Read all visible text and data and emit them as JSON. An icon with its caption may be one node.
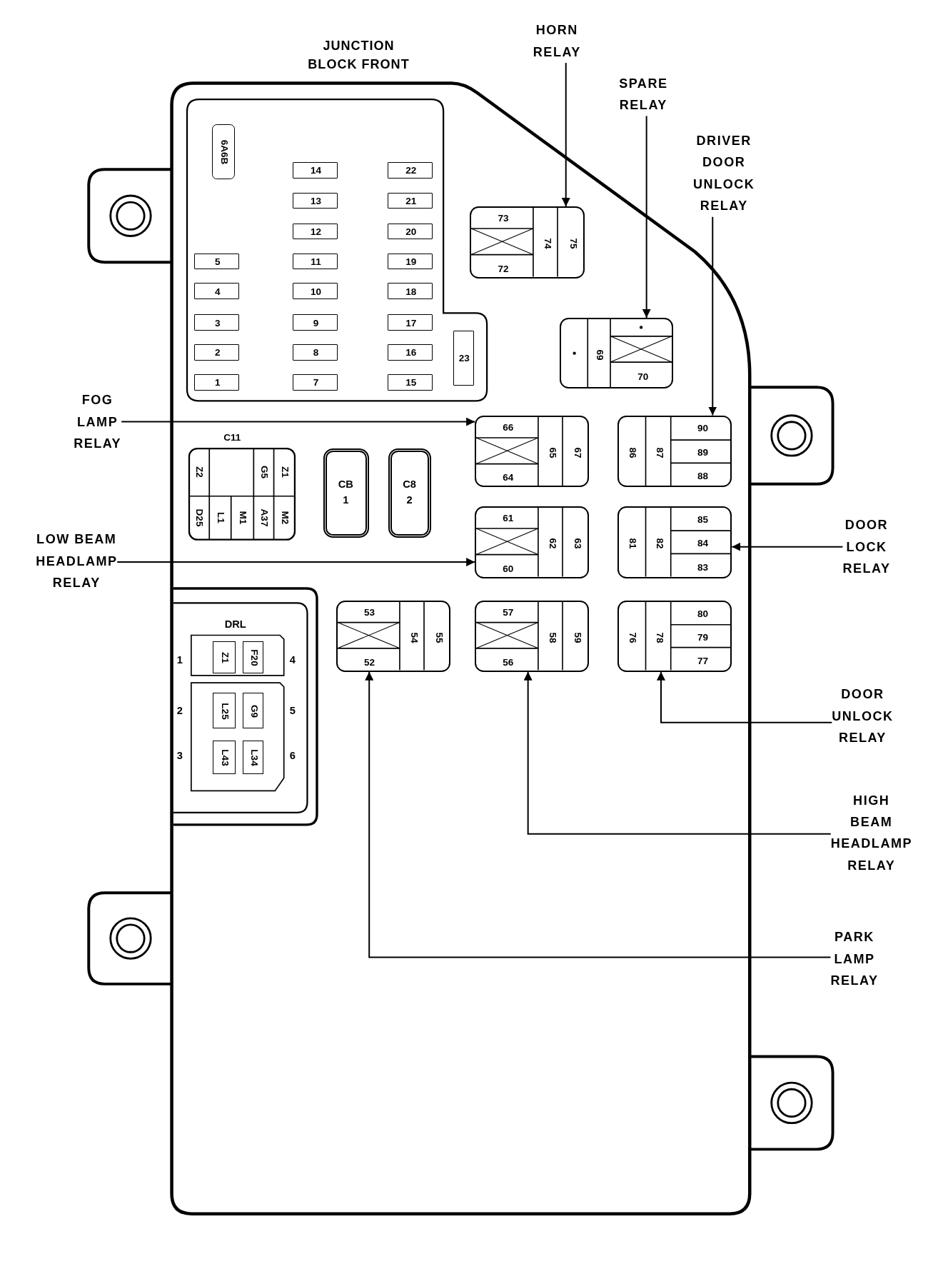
{
  "diagram": {
    "nodes": [
      {
        "text": [
          "JUNCTION BLOCK FRONT"
        ]
      },
      {
        "text": [
          "HORN RELAY"
        ]
      },
      {
        "text": [
          "SPARE RELAY"
        ]
      },
      {
        "text": [
          "DRIVER DOOR UNLOCK RELAY"
        ]
      },
      {
        "text": [
          "6A6B"
        ],
        "in": 0
      },
      {
        "text": [
          "14"
        ],
        "in": 0
      },
      {
        "text": [
          "22"
        ],
        "in": 0
      },
      {
        "text": [
          "13"
        ],
        "in": 0
      },
      {
        "text": [
          "21"
        ],
        "in": 0
      },
      {
        "text": [
          "12"
        ],
        "in": 0
      },
      {
        "text": [
          "20"
        ],
        "in": 0
      },
      {
        "text": [
          "5"
        ],
        "in": 0
      },
      {
        "text": [
          "11"
        ],
        "in": 0
      },
      {
        "text": [
          "19"
        ],
        "in": 0
      },
      {
        "text": [
          "4"
        ],
        "in": 0
      },
      {
        "text": [
          "10"
        ],
        "in": 0
      },
      {
        "text": [
          "18"
        ],
        "in": 0
      },
      {
        "text": [
          "3"
        ],
        "in": 0
      },
      {
        "text": [
          "9"
        ],
        "in": 0
      },
      {
        "text": [
          "17"
        ],
        "in": 0
      },
      {
        "text": [
          "2"
        ],
        "in": 0
      },
      {
        "text": [
          "8"
        ],
        "in": 0
      },
      {
        "text": [
          "16"
        ],
        "in": 0
      },
      {
        "text": [
          "1"
        ],
        "in": 0
      },
      {
        "text": [
          "7"
        ],
        "in": 0
      },
      {
        "text": [
          "15"
        ],
        "in": 0
      },
      {
        "text": [
          "23"
        ],
        "in": 0
      },
      {
        "text": [
          "73",
          "72",
          "74",
          "75"
        ],
        "in": 0
      },
      {
        "text": [
          "69",
          "70"
        ],
        "in": 0
      },
      {
        "text": [
          "FOG LAMP RELAY"
        ]
      },
      {
        "text": [
          "66",
          "64",
          "65",
          "67"
        ],
        "in": 0
      },
      {
        "text": [
          "86",
          "87",
          "90",
          "89",
          "88"
        ],
        "in": 0
      },
      {
        "text": [
          "C11",
          "Z2",
          "G5",
          "Z1",
          "D25",
          "L1",
          "M1",
          "A37",
          "M2"
        ],
        "in": 0
      },
      {
        "text": [
          "CB 1"
        ],
        "in": 0
      },
      {
        "text": [
          "C8 2"
        ],
        "in": 0
      },
      {
        "text": [
          "LOW BEAM HEADLAMP RELAY"
        ]
      },
      {
        "text": [
          "61",
          "60",
          "62",
          "63"
        ],
        "in": 0
      },
      {
        "text": [
          "81",
          "82",
          "85",
          "84",
          "83"
        ],
        "in": 0
      },
      {
        "text": [
          "DOOR LOCK RELAY"
        ]
      },
      {
        "text": [
          "DRL"
        ],
        "in": 0
      },
      {
        "text": [
          "Z1"
        ],
        "in": 39
      },
      {
        "text": [
          "F20"
        ],
        "in": 39
      },
      {
        "text": [
          "L25"
        ],
        "in": 39
      },
      {
        "text": [
          "G9"
        ],
        "in": 39
      },
      {
        "text": [
          "L43"
        ],
        "in": 39
      },
      {
        "text": [
          "L34"
        ],
        "in": 39
      },
      {
        "text": [
          "53",
          "52",
          "54",
          "55"
        ],
        "in": 0
      },
      {
        "text": [
          "57",
          "56",
          "58",
          "59"
        ],
        "in": 0
      },
      {
        "text": [
          "76",
          "78",
          "80",
          "79",
          "77"
        ],
        "in": 0
      },
      {
        "text": [
          "DOOR UNLOCK RELAY"
        ]
      },
      {
        "text": [
          "HIGH BEAM HEADLAMP RELAY"
        ]
      },
      {
        "text": [
          "PARK LAMP RELAY"
        ]
      }
    ],
    "edges": [
      {
        "from": 1,
        "to": 27,
        "arrow": "to"
      },
      {
        "from": 2,
        "to": 28,
        "arrow": "to"
      },
      {
        "from": 3,
        "to": 31,
        "arrow": "to"
      },
      {
        "from": 29,
        "to": 30,
        "arrow": "to"
      },
      {
        "from": 35,
        "to": 36,
        "arrow": "to"
      },
      {
        "from": 38,
        "to": 37,
        "arrow": "to"
      },
      {
        "from": 49,
        "to": 48,
        "arrow": "to"
      },
      {
        "from": 50,
        "to": 47,
        "arrow": "to"
      },
      {
        "from": 51,
        "to": 46,
        "arrow": "to"
      }
    ],
    "labels": [
      "1",
      "4",
      "2",
      "5",
      "3",
      "6"
    ]
  }
}
